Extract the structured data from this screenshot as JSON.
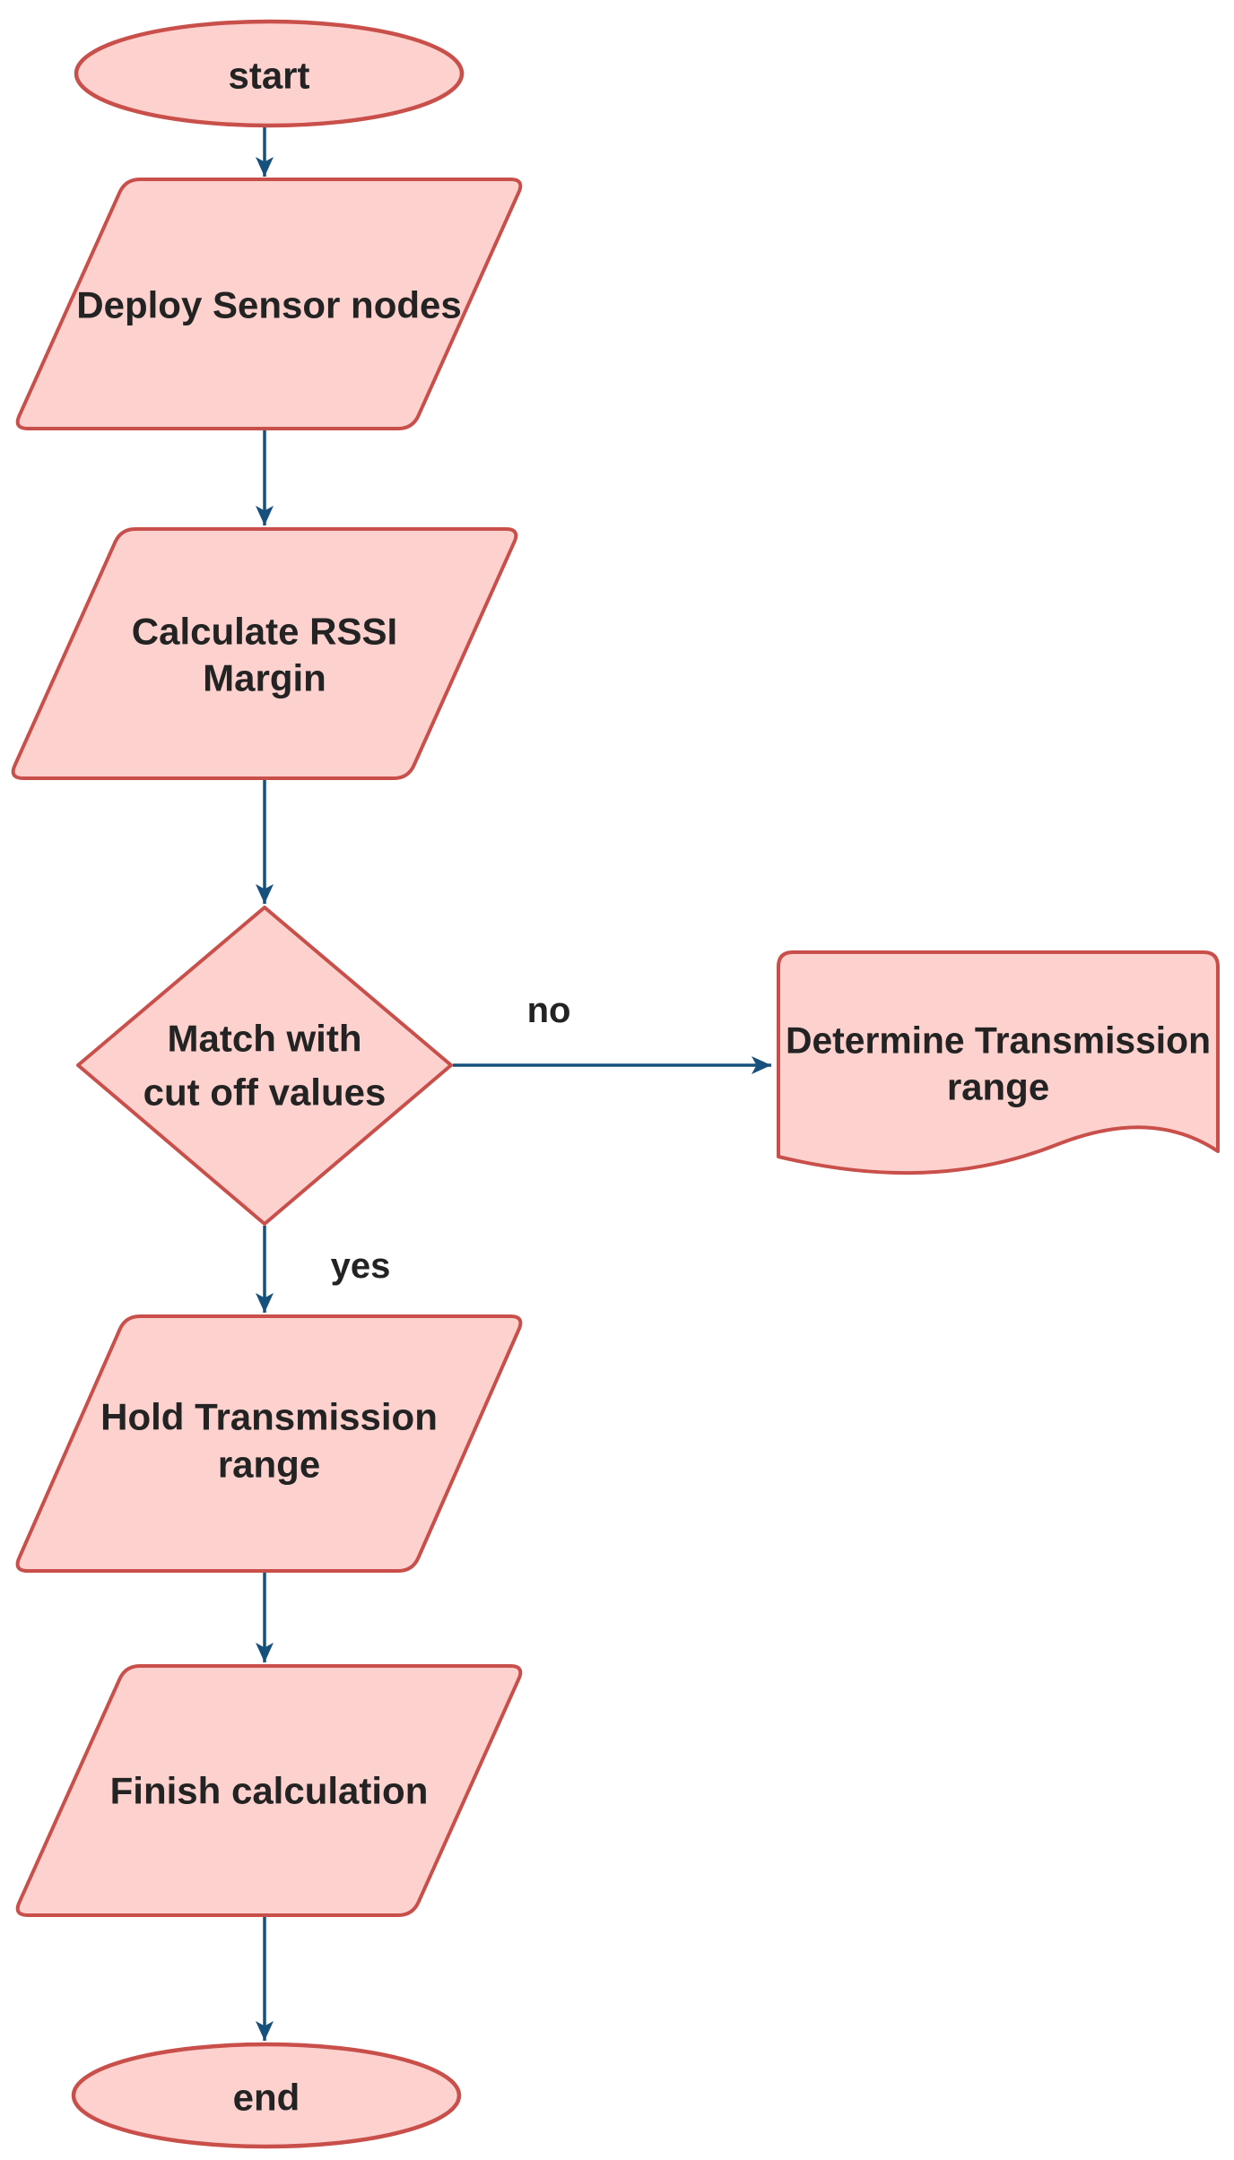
{
  "colors": {
    "node_fill": "#fcd1ce",
    "node_stroke": "#c94f4b",
    "arrow": "#17507d",
    "text": "#232323",
    "canvas": "#ffffff"
  },
  "nodes": {
    "start": {
      "type": "terminator",
      "label": "start"
    },
    "deploy": {
      "type": "parallelogram",
      "label": "Deploy Sensor nodes"
    },
    "calculate": {
      "type": "parallelogram",
      "lines": [
        "Calculate RSSI",
        "Margin"
      ]
    },
    "decision": {
      "type": "decision",
      "lines": [
        "Match with",
        "cut off values"
      ]
    },
    "determine": {
      "type": "document",
      "lines": [
        "Determine Transmission",
        "range"
      ]
    },
    "hold": {
      "type": "parallelogram",
      "lines": [
        "Hold Transmission",
        "range"
      ]
    },
    "finish": {
      "type": "parallelogram",
      "label": "Finish calculation"
    },
    "end": {
      "type": "terminator",
      "label": "end"
    }
  },
  "edges": [
    {
      "from": "start",
      "to": "deploy"
    },
    {
      "from": "deploy",
      "to": "calculate"
    },
    {
      "from": "calculate",
      "to": "decision"
    },
    {
      "from": "decision",
      "to": "determine",
      "label": "no"
    },
    {
      "from": "decision",
      "to": "hold",
      "label": "yes"
    },
    {
      "from": "hold",
      "to": "finish"
    },
    {
      "from": "finish",
      "to": "end"
    }
  ]
}
